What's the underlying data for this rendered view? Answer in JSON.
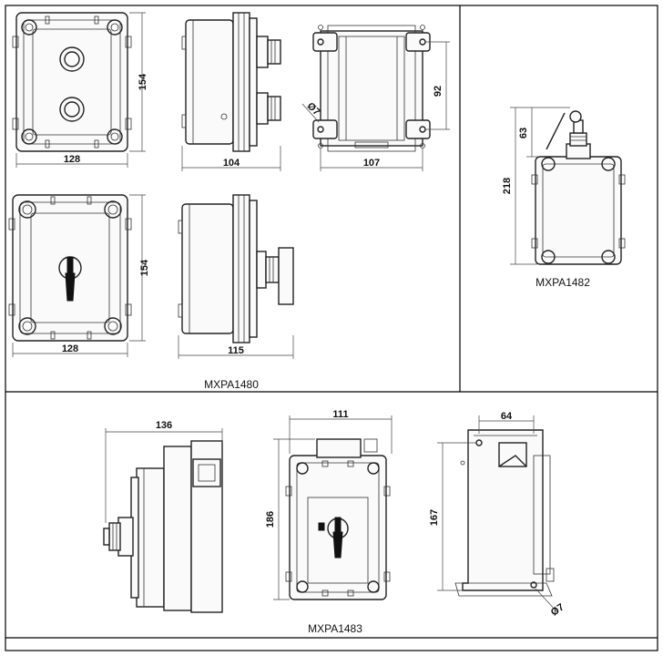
{
  "models": {
    "mxpa1480": "MXPA1480",
    "mxpa1482": "MXPA1482",
    "mxpa1483": "MXPA1483"
  },
  "dims": {
    "pb_width": "128",
    "pb_height": "154",
    "pb_side_depth": "104",
    "frame_width": "107",
    "frame_hole_spacing": "92",
    "frame_hole_dia": "Ø7",
    "sw_height": "154",
    "sw_width": "128",
    "sw_side_depth": "115",
    "ls_height": "218",
    "ls_lever": "63",
    "ms_side_width": "136",
    "ms_front_width": "111",
    "ms_front_height": "186",
    "ms_bracket_height": "167",
    "ms_bracket_depth": "64",
    "ms_hole_dia": "Ø7"
  }
}
